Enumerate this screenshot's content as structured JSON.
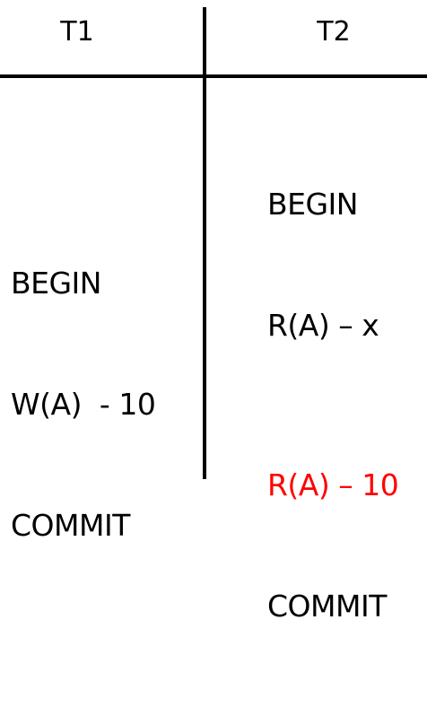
{
  "headers": {
    "t1": "T1",
    "t2": "T2"
  },
  "t1": {
    "lines": [
      "BEGIN",
      "W(A)  - 10",
      "COMMIT"
    ]
  },
  "t2": {
    "lines_top": [
      "BEGIN",
      "R(A) – x"
    ],
    "lines_bottom": [
      "R(A) – 10",
      "COMMIT"
    ],
    "highlight_color": "#ff0000"
  }
}
